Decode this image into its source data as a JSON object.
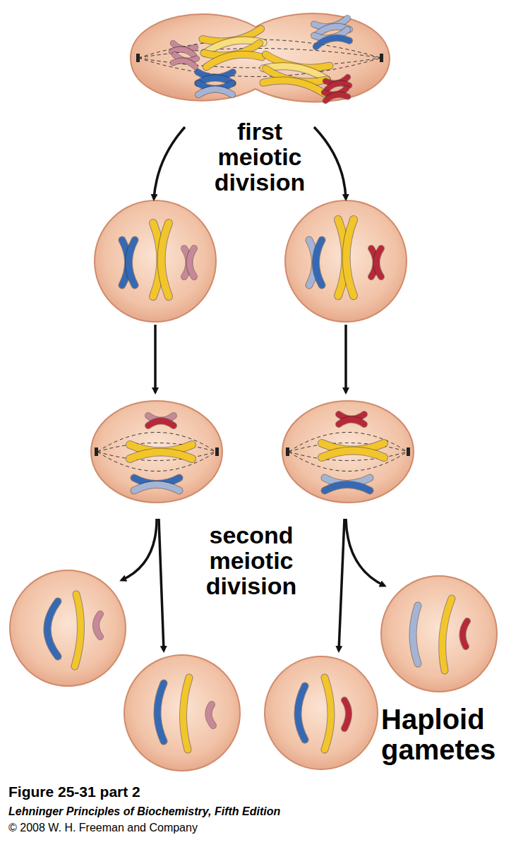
{
  "diagram": {
    "caption": "Figure 25-31 part 2",
    "labels": [
      "first meiotic division",
      "second meiotic division",
      "Haploid gametes",
      "Lehninger Principles of Biochemistry, Fifth Edition",
      "© 2008 W. H. Freeman and Company"
    ]
  }
}
